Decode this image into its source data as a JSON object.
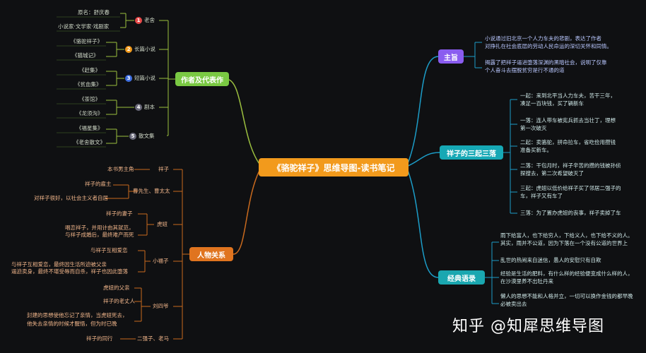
{
  "center": {
    "title": "《骆驼祥子》思维导图-读书笔记"
  },
  "branches": {
    "author": {
      "label": "作者及代表作",
      "groups": [
        {
          "num": "1",
          "label": "老舍",
          "items": [
            "原名：舒庆春",
            "小说家·文学家·戏剧家"
          ]
        },
        {
          "num": "2",
          "label": "长篇小说",
          "items": [
            "《骆驼祥子》",
            "《猫城记》"
          ]
        },
        {
          "num": "3",
          "label": "短篇小说",
          "items": [
            "《赶集》",
            "《贫血集》"
          ]
        },
        {
          "num": "4",
          "label": "剧本",
          "items": [
            "《茶馆》",
            "《龙须沟》"
          ]
        },
        {
          "num": "5",
          "label": "散文集",
          "items": [
            "《福星集》",
            "《老舍散文》"
          ]
        }
      ]
    },
    "people": {
      "label": "人物关系",
      "groups": [
        {
          "label": "祥子",
          "items": [
            "本书男主角"
          ]
        },
        {
          "label": "曹先生、曹太太",
          "items": [
            "祥子的雇主",
            "对祥子很好，以社会主义者自居"
          ]
        },
        {
          "label": "虎妞",
          "items": [
            "祥子的妻子",
            "唱恋祥子，并用计由其就范，",
            "与祥子成婚后，最终难产而死"
          ]
        },
        {
          "label": "小福子",
          "items": [
            "与祥子互相爱恋",
            "与祥子互相爱恋，最终因生活所迫被父亲",
            "逼迫卖身，最终不堪受辱而自杀，祥子也因此堕落"
          ]
        },
        {
          "label": "刘四爷",
          "items": [
            "虎妞的父亲",
            "祥子的老丈人",
            "封建的思想使他忘记了亲情，当虎妞死去，",
            "他失去亲情的时候才醒悟，但为时已晚"
          ]
        },
        {
          "label": "二强子、老马",
          "items": [
            "祥子的同行"
          ]
        }
      ]
    },
    "theme": {
      "label": "主旨",
      "items": [
        "小说通过旧北京一个人力车夫的悲剧，表达了作者",
        "对挣扎在社会底层的劳动人民命运的深切关怀和同情。",
        "揭露了把祥子逼进堕落深渊的黑暗社会，说明了仅靠",
        "个人奋斗去摆脱贫穷是行不通的道"
      ]
    },
    "risefall": {
      "label": "祥子的三起三落",
      "items": [
        "一起：来到北平当人力车夫，苦干三年，",
        "凑足一百块钱，买了辆新车",
        "一落：连人带车被宪兵抓去当壮丁，理想",
        "第一次破灭",
        "二起：卖骆驼，拼命拉车，省吃俭用攒钱",
        "准备买新车。",
        "二落：干包月时，祥子辛苦的攒的钱被孙侦",
        "探搜去，第二次希望破灭了",
        "三起：虎妞以低价给祥子买了邻居二强子的",
        "车，祥子又有车了",
        "三落：为了置办虎妞的丧事，祥子卖掉了车"
      ]
    },
    "quotes": {
      "label": "经典语录",
      "items": [
        "雨下给富人，也下给穷人，下给义人，也下给不义的人。",
        "其实，雨并不公道，因为下落在一个没有公道的世界上",
        "乱世的热闹来自迷信，愚人的安慰只有自欺",
        "经验是生活的肥料，有什么样的经验便变成什么样的人，",
        "在沙漠里养不出牡丹来",
        "懒人的思想不能和人格并立，一切可以换作金钱的都早晚",
        "必被卖出去"
      ]
    }
  },
  "watermark": "知乎 @知犀思维导图",
  "colors": {
    "background": "#0f1012",
    "center": "#f29a1c",
    "author": "#7ac943",
    "people": "#e0741f",
    "theme": "#8a5cf0",
    "risefall": "#16a8b5",
    "quotes": "#1aa7b0",
    "line_green": "#9bbf3f",
    "line_orange": "#c96a1e",
    "line_blue": "#1c9dc8"
  }
}
